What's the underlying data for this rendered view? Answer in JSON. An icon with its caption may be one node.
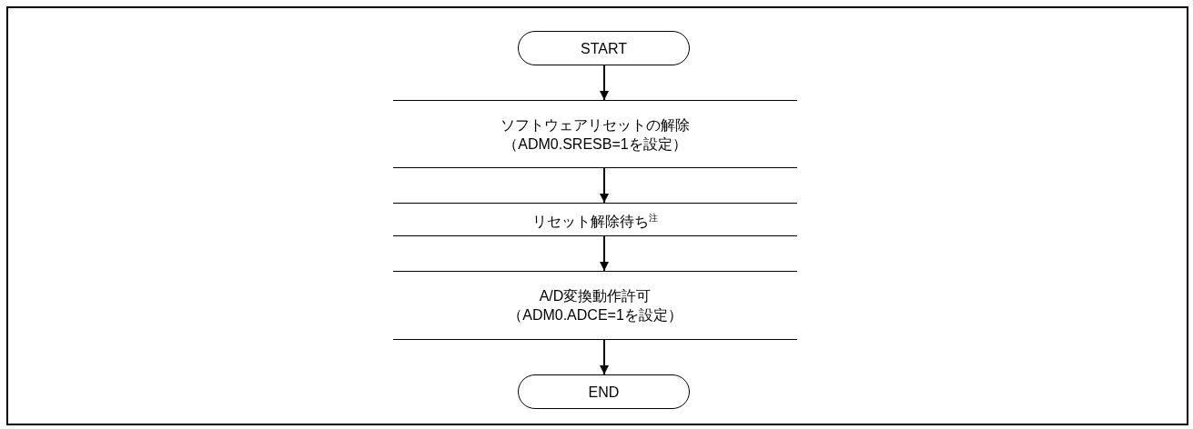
{
  "diagram": {
    "nodes": [
      {
        "text": [
          "START"
        ]
      },
      {
        "text": [
          "ソフトウェアリセットの解除",
          "（ADM0.SRESB=1を設定）"
        ]
      },
      {
        "text": [
          "リセット解除待ち$^{注}$"
        ]
      },
      {
        "text": [
          "A/D変換動作許可",
          "（ADM0.ADCE=1を設定）"
        ]
      },
      {
        "text": [
          "END"
        ]
      }
    ],
    "edges": [
      {
        "from": 0,
        "to": 1,
        "arrow": "to"
      },
      {
        "from": 1,
        "to": 2,
        "arrow": "to"
      },
      {
        "from": 2,
        "to": 3,
        "arrow": "to"
      },
      {
        "from": 3,
        "to": 4,
        "arrow": "to"
      }
    ]
  }
}
